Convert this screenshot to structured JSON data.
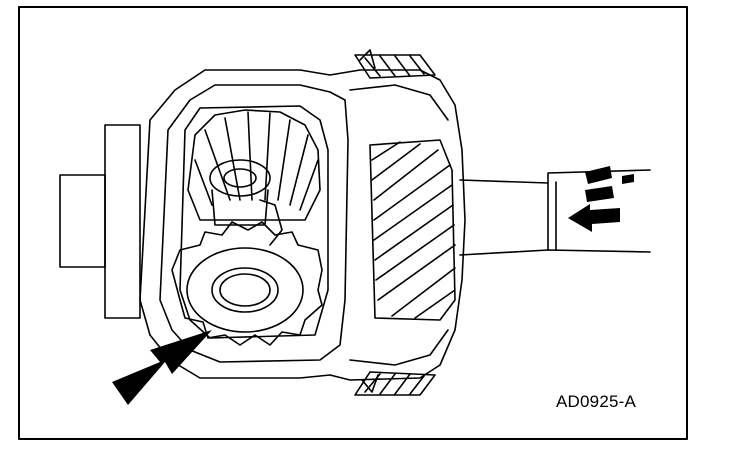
{
  "figure": {
    "id_label": "AD0925-A"
  },
  "parts": {
    "subject": "differential-side-gear",
    "arrow_callout": "side-gear-callout-arrow",
    "rotation_arrow": "axle-rotation-arrow"
  },
  "colors": {
    "ink": "#000000",
    "paper": "#ffffff"
  }
}
